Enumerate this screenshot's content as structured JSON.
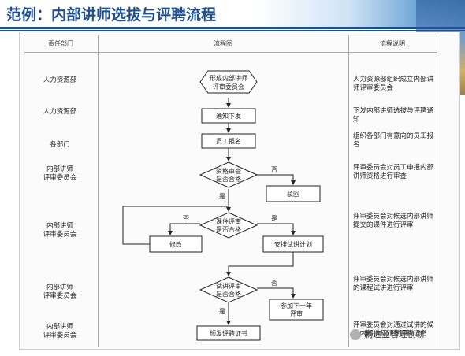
{
  "banner": {
    "title": "范例：内部讲师选拔与评聘流程"
  },
  "table": {
    "headers": [
      "责任部门",
      "流程图",
      "流程说明"
    ],
    "departments": [
      "人力资源部",
      "人力资源部",
      "各部门",
      "内部讲师\n评审委员会",
      "内部讲师\n评审委员会",
      "内部讲师\n评审委员会",
      "内部讲师\n评审委员会"
    ],
    "descriptions": [
      "人力资源部组织成立内部讲师评审委员会",
      "下发内部讲师选拔与评聘通知",
      "组织各部门有意向的员工报名",
      "评审委员会对员工申报内部讲师资格进行审查",
      "评审委员会对候选内部讲师提交的课件进行评审",
      "评审委员会对候选内部讲师的课程试讲进行评审",
      "评审委员会对通过试讲的候选内部讲师颁发评聘证书"
    ]
  },
  "flow": {
    "start": "形成内部讲师\n评审委员会",
    "notice": "通知下发",
    "signup": "员工报名",
    "check1": "资格审查\n是否合格",
    "reject": "驳回",
    "check2": "课件评审\n是否合格",
    "revise": "修改",
    "schedule": "安排试讲计划",
    "check3": "试讲评审\n是否合格",
    "retry": "参加下一年\n评审",
    "certificate": "颁发评聘证书",
    "yes": "是",
    "no": "否"
  },
  "watermark": {
    "text": "制造业管理创新"
  }
}
